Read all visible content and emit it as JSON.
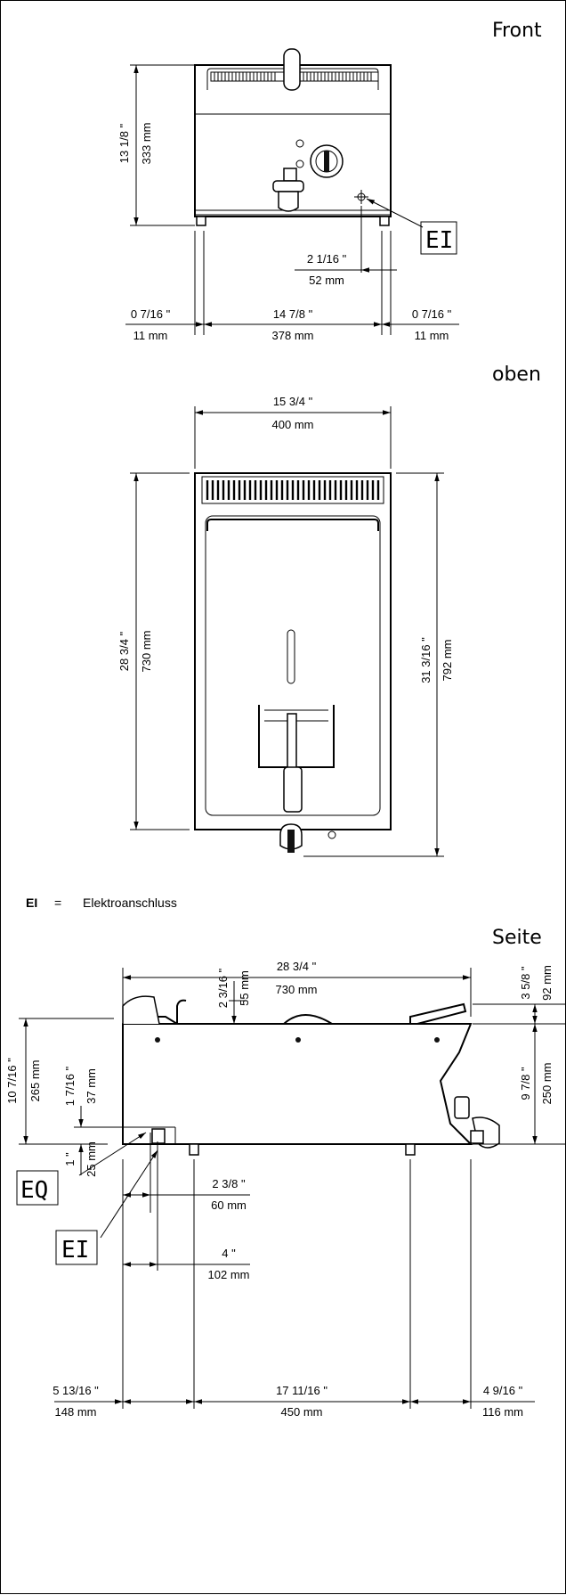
{
  "titles": {
    "front": "Front",
    "top": "oben",
    "side": "Seite"
  },
  "tags": {
    "ei": "EI",
    "eq": "EQ"
  },
  "legend": {
    "code": "EI",
    "eq": "=",
    "text": "Elektroanschluss"
  },
  "front": {
    "height_in": "13 1/8 \"",
    "height_mm": "333 mm",
    "conn_in": "2 1/16 \"",
    "conn_mm": "52 mm",
    "left_in": "0 7/16 \"",
    "left_mm": "11 mm",
    "width_in": "14 7/8 \"",
    "width_mm": "378 mm",
    "right_in": "0 7/16 \"",
    "right_mm": "11 mm"
  },
  "top": {
    "width_in": "15 3/4 \"",
    "width_mm": "400 mm",
    "depth_in": "28 3/4 \"",
    "depth_mm": "730 mm",
    "total_in": "31 3/16 \"",
    "total_mm": "792 mm"
  },
  "side": {
    "depth_in": "28 3/4 \"",
    "depth_mm": "730 mm",
    "basket_in": "2 3/16 \"",
    "basket_mm": "55 mm",
    "topgap_in": "3 5/8 \"",
    "topgap_mm": "92 mm",
    "height_in": "10 7/16 \"",
    "height_mm": "265 mm",
    "eq_in": "1 7/16 \"",
    "eq_mm": "37 mm",
    "body_in": "9 7/8 \"",
    "body_mm": "250 mm",
    "base_in": "1 \"",
    "base_mm": "25 mm",
    "ei_in": "2 3/8 \"",
    "ei_mm": "60 mm",
    "eq2_in": "4 \"",
    "eq2_mm": "102 mm",
    "left_in": "5 13/16 \"",
    "left_mm": "148 mm",
    "feet_in": "17 11/16 \"",
    "feet_mm": "450 mm",
    "right_in": "4 9/16 \"",
    "right_mm": "116 mm"
  }
}
